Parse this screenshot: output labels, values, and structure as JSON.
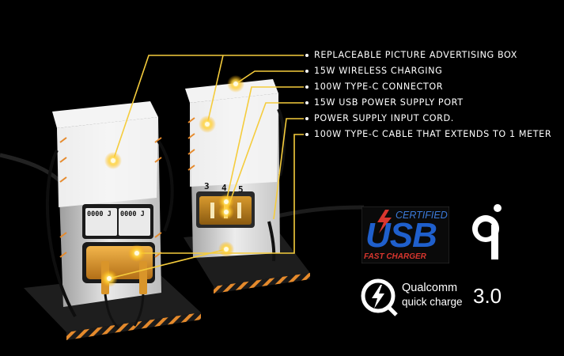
{
  "features": [
    "REPLACEABLE PICTURE ADVERTISING BOX",
    "15W WIRELESS CHARGING",
    "100W TYPE-C CONNECTOR",
    "15W USB POWER SUPPLY PORT",
    "POWER SUPPLY INPUT CORD.",
    "100W TYPE-C CABLE THAT EXTENDS TO 1 METER"
  ],
  "logos": {
    "usb_certified": "CERTIFIED",
    "usb_word": "USB",
    "usb_fast_charger": "FAST CHARGER",
    "qualcomm_brand": "Qualcomm",
    "qualcomm_sub": "quick charge",
    "qualcomm_version": "3.0"
  },
  "display": {
    "left_reading": "0000 J",
    "right_reading": "0000 J"
  },
  "counter_digits": [
    "3",
    "4",
    "5"
  ],
  "colors": {
    "background": "#000000",
    "highlight": "#ffd23a",
    "usb_blue": "#1f5fcc",
    "usb_red": "#d8362e",
    "accent_orange": "#e58a2c"
  },
  "icons": [
    "qi-logo-icon",
    "qualcomm-bolt-icon",
    "usb-bolt-icon"
  ]
}
